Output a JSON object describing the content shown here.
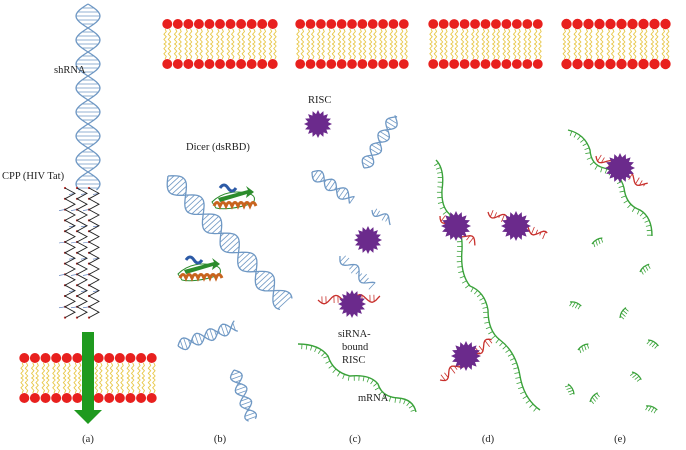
{
  "labels": {
    "shrna": "shRNA",
    "cpp": "CPP (HIV Tat)",
    "dicer": "Dicer (dsRBD)",
    "risc": "RISC",
    "sirna_line1": "siRNA-",
    "sirna_line2": "bound",
    "sirna_line3": "RISC",
    "mrna": "mRNA"
  },
  "panels": [
    "(a)",
    "(b)",
    "(c)",
    "(d)",
    "(e)"
  ],
  "colors": {
    "lipid_head": "#e8201e",
    "lipid_tail": "#e8c84a",
    "rna_blue": "#6f98c4",
    "mrna_green": "#3aa23a",
    "sirna_red": "#c8302c",
    "risc_purple": "#6b2a8c",
    "arrow_green": "#1f9a1f",
    "helix_orange": "#c8641e",
    "helix_blue": "#2c5aa6",
    "strand_green": "#2c8c2c"
  },
  "icons": [
    "lipid-bilayer-icon",
    "rna-helix-icon",
    "risc-complex-icon",
    "dicer-protein-icon",
    "membrane-arrow-icon"
  ]
}
